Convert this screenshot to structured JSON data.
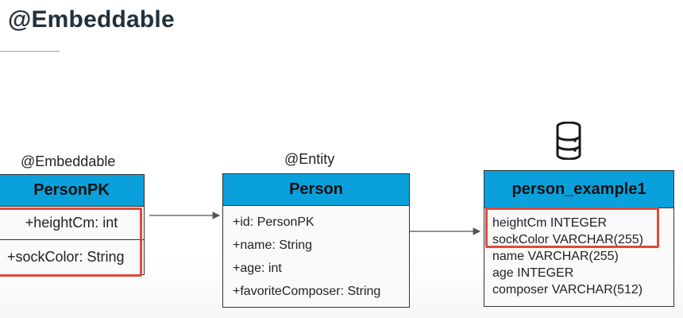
{
  "slide": {
    "title": "@Embeddable"
  },
  "stereotypes": {
    "left": "@Embeddable",
    "middle": "@Entity"
  },
  "embeddable_class": {
    "name": "PersonPK",
    "attributes": [
      "+heightCm: int",
      "+sockColor: String"
    ]
  },
  "entity_class": {
    "name": "Person",
    "attributes": [
      "+id: PersonPK",
      "+name: String",
      "+age: int",
      "+favoriteComposer: String"
    ]
  },
  "db_table": {
    "name": "person_example1",
    "icon": "database-icon",
    "columns": [
      "heightCm INTEGER",
      "sockColor VARCHAR(255)",
      "name VARCHAR(255)",
      "age INTEGER",
      "composer VARCHAR(512)"
    ]
  },
  "colors": {
    "header_fill": "#0aa0dc",
    "highlight": "#e04a3a",
    "title": "#22303b"
  }
}
